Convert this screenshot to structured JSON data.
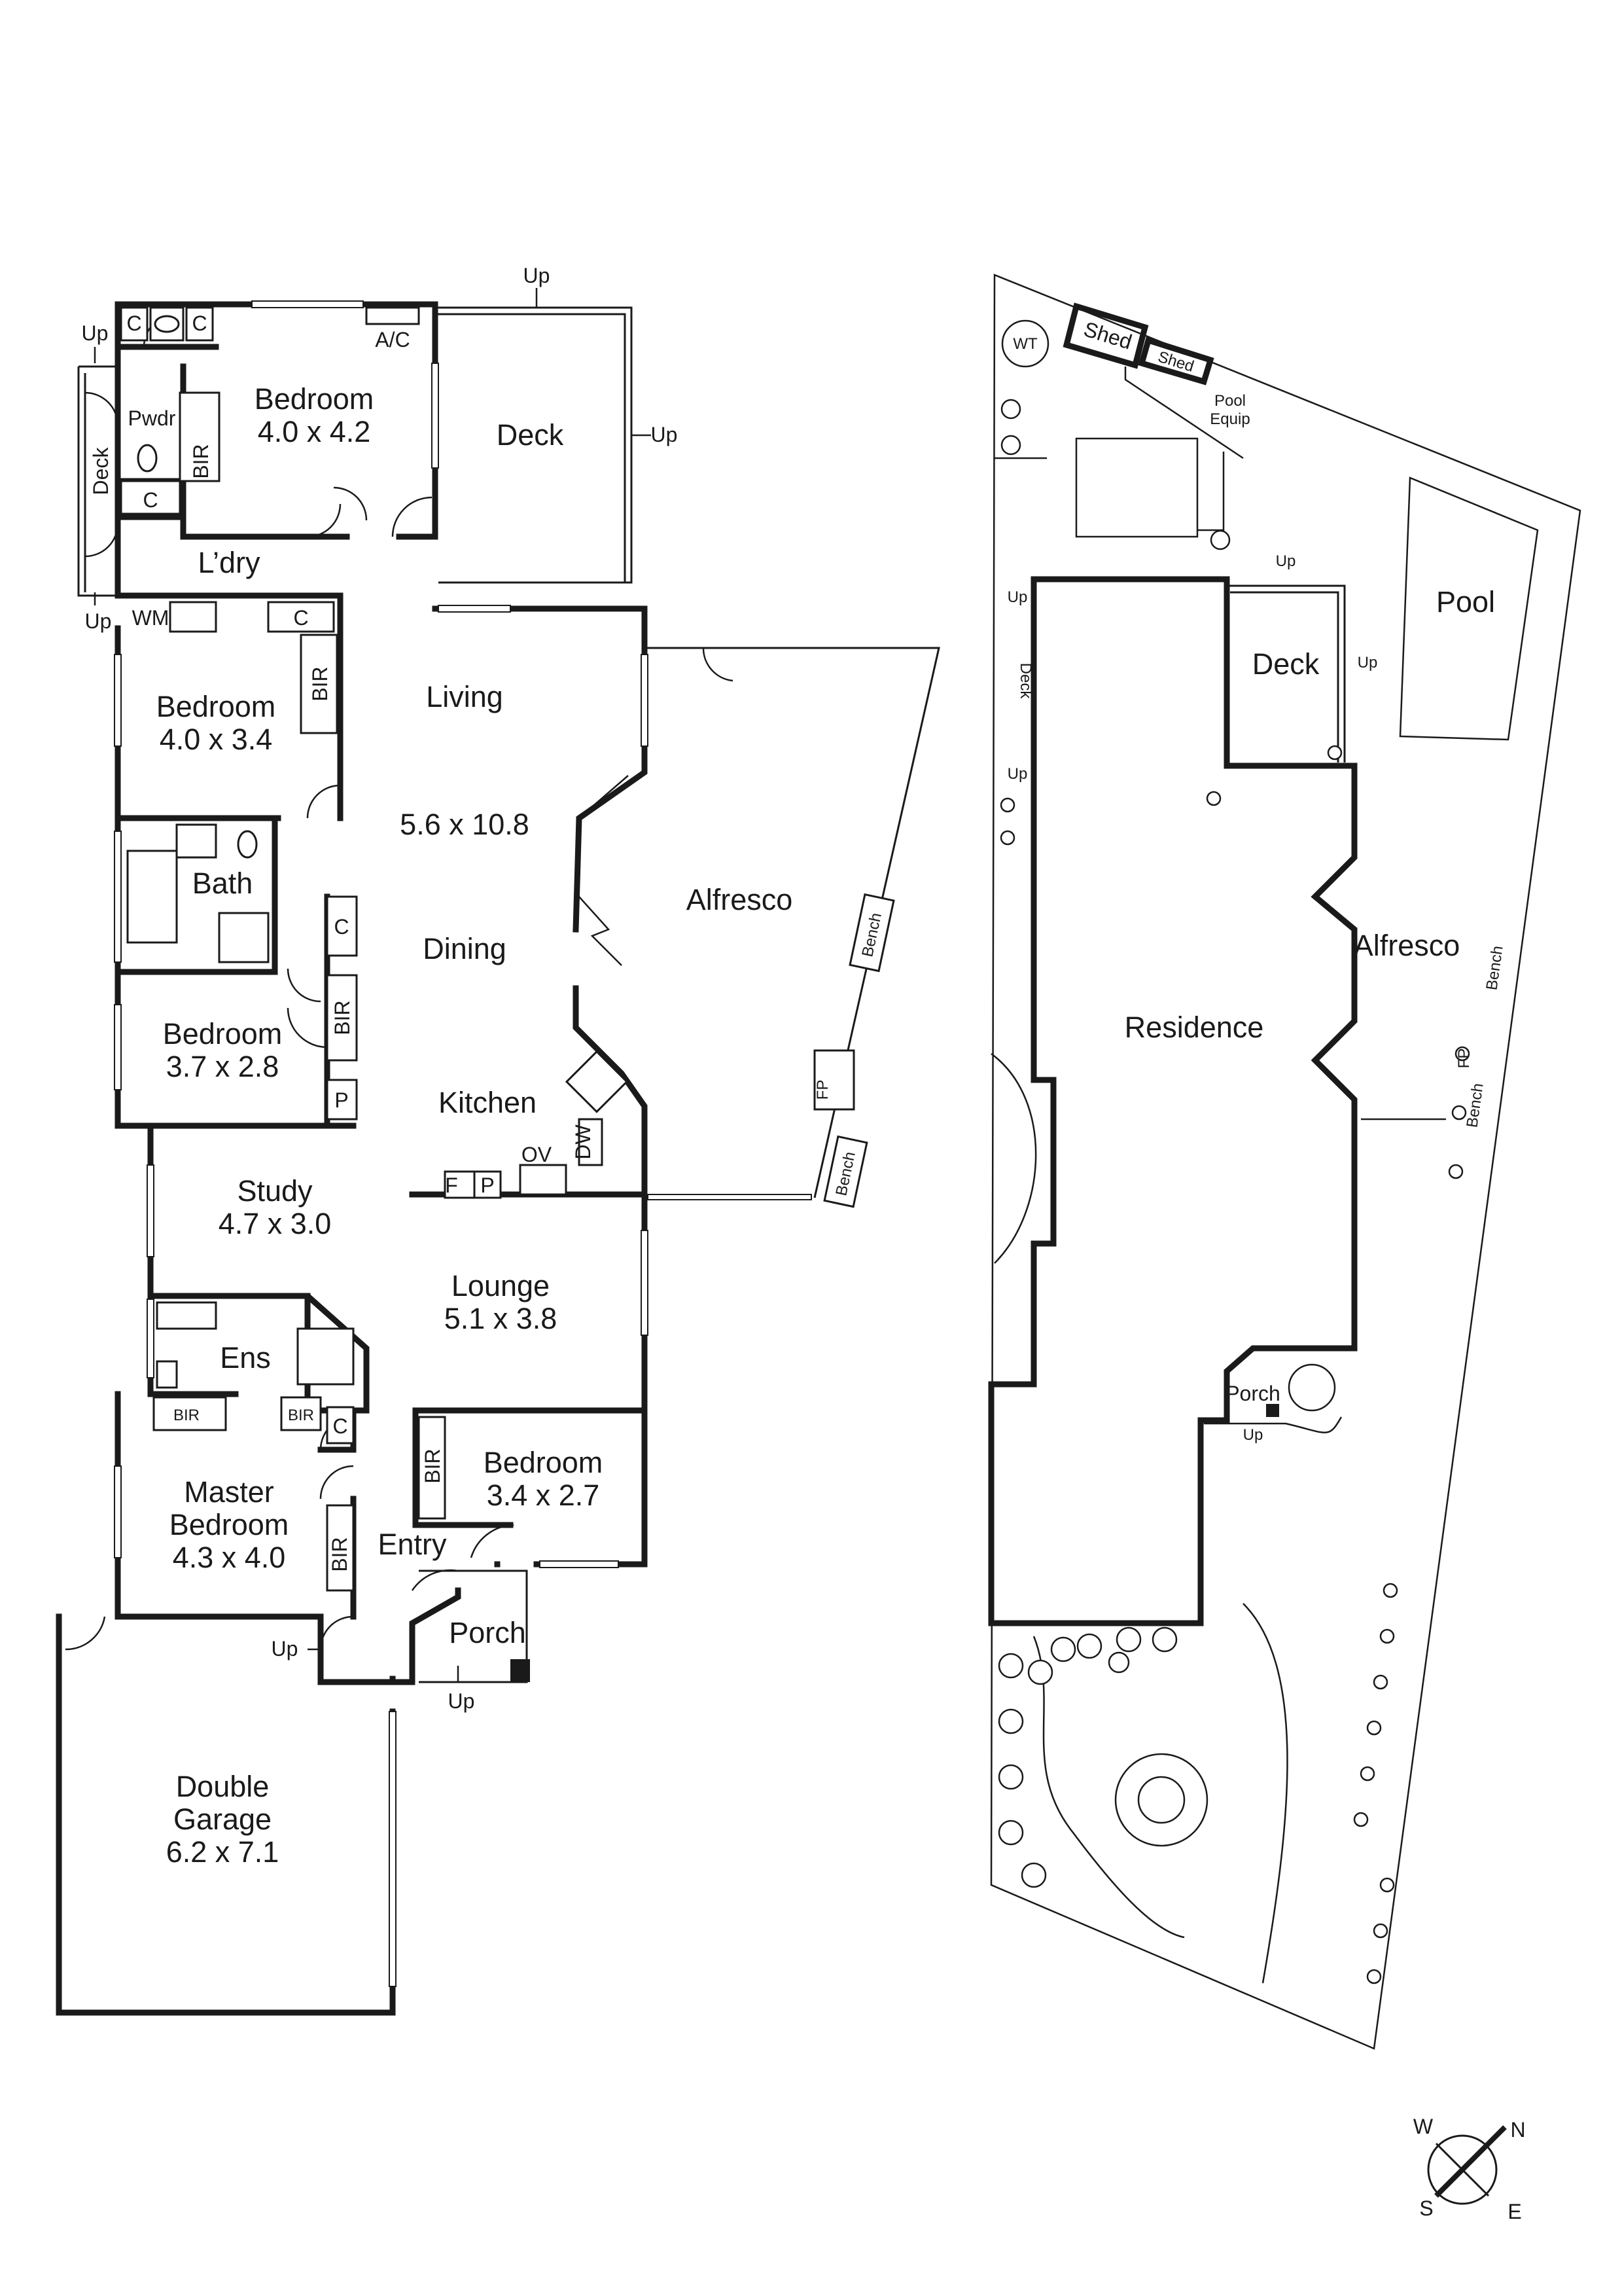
{
  "floor_plan": {
    "rooms": {
      "bedroom_1": {
        "name": "Bedroom",
        "size": "4.0 x 4.2"
      },
      "deck_upper": {
        "name": "Deck"
      },
      "pwdr": {
        "name": "Pwdr"
      },
      "deck_side": {
        "name": "Deck"
      },
      "ldry": {
        "name": "L’dry"
      },
      "bedroom_2": {
        "name": "Bedroom",
        "size": "4.0 x 3.4"
      },
      "living": {
        "name": "Living",
        "size": "5.6 x 10.8"
      },
      "bath": {
        "name": "Bath"
      },
      "dining": {
        "name": "Dining"
      },
      "alfresco": {
        "name": "Alfresco"
      },
      "bedroom_3": {
        "name": "Bedroom",
        "size": "3.7 x 2.8"
      },
      "kitchen": {
        "name": "Kitchen"
      },
      "study": {
        "name": "Study",
        "size": "4.7 x 3.0"
      },
      "lounge": {
        "name": "Lounge",
        "size": "5.1 x 3.8"
      },
      "ens": {
        "name": "Ens"
      },
      "bedroom_4": {
        "name": "Bedroom",
        "size": "3.4 x 2.7"
      },
      "master": {
        "name_line1": "Master",
        "name_line2": "Bedroom",
        "size": "4.3 x 4.0"
      },
      "entry": {
        "name": "Entry"
      },
      "porch": {
        "name": "Porch"
      },
      "garage": {
        "name_line1": "Double",
        "name_line2": "Garage",
        "size": "6.2 x 7.1"
      }
    },
    "labels": {
      "c": "C",
      "bir": "BIR",
      "ac": "A/C",
      "wm": "WM",
      "p": "P",
      "f": "F",
      "ov": "OV",
      "dw": "DW",
      "bench": "Bench",
      "fp": "FP",
      "up": "Up"
    }
  },
  "site_plan": {
    "labels": {
      "wt": "WT",
      "shed_large": "Shed",
      "shed_small": "Shed",
      "pool_equip_line1": "Pool",
      "pool_equip_line2": "Equip",
      "pool": "Pool",
      "deck": "Deck",
      "alfresco": "Alfresco",
      "residence": "Residence",
      "porch": "Porch",
      "bench": "Bench",
      "fp": "FP",
      "up": "Up"
    }
  },
  "compass": {
    "w": "W",
    "n": "N",
    "s": "S",
    "e": "E"
  }
}
